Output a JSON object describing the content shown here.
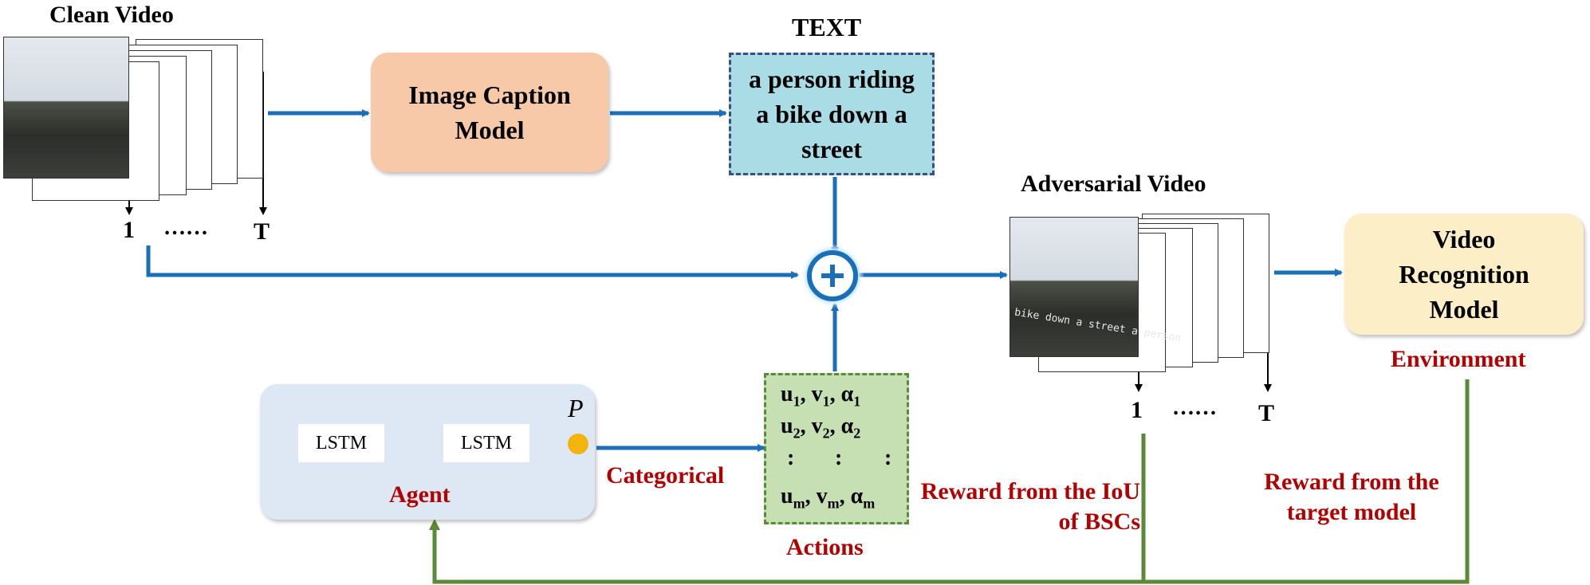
{
  "clean_video": {
    "title": "Clean Video",
    "index_start": "1",
    "dots": "……",
    "index_end": "T"
  },
  "caption_model": {
    "label": "Image Caption Model"
  },
  "text_box": {
    "heading": "TEXT",
    "content": "a person riding a bike down a street"
  },
  "adversarial_video": {
    "title": "Adversarial Video",
    "overlay_text": "bike down a street a person",
    "index_start": "1",
    "dots": "……",
    "index_end": "T"
  },
  "recognition_model": {
    "label": "Video Recognition Model",
    "caption": "Environment"
  },
  "agent": {
    "lstm1": "LSTM",
    "lstm2": "LSTM",
    "p_symbol": "P",
    "caption": "Agent"
  },
  "categorical_label": "Categorical",
  "actions": {
    "rows": [
      [
        "u",
        "1",
        "v",
        "1",
        "α",
        "1"
      ],
      [
        "u",
        "2",
        "v",
        "2",
        "α",
        "2"
      ],
      [
        "u",
        "m",
        "v",
        "m",
        "α",
        "m"
      ]
    ],
    "ellipsis": ":",
    "caption": "Actions"
  },
  "rewards": {
    "iou": "Reward from the IoU of BSCs",
    "target": "Reward from the target model"
  },
  "colors": {
    "arrow_blue": "#1a6fb8",
    "arrow_green": "#5a8a3a",
    "caption_fill": "#f7c9a8",
    "text_fill": "#a9dce5",
    "text_border": "#3a4f7a",
    "recognition_fill": "#fcefc7",
    "agent_fill": "#dde8f4",
    "actions_fill": "#c6e0b4",
    "actions_border": "#5a8a3a",
    "label_red": "#b30000",
    "oplus": "#1a6fb8"
  }
}
